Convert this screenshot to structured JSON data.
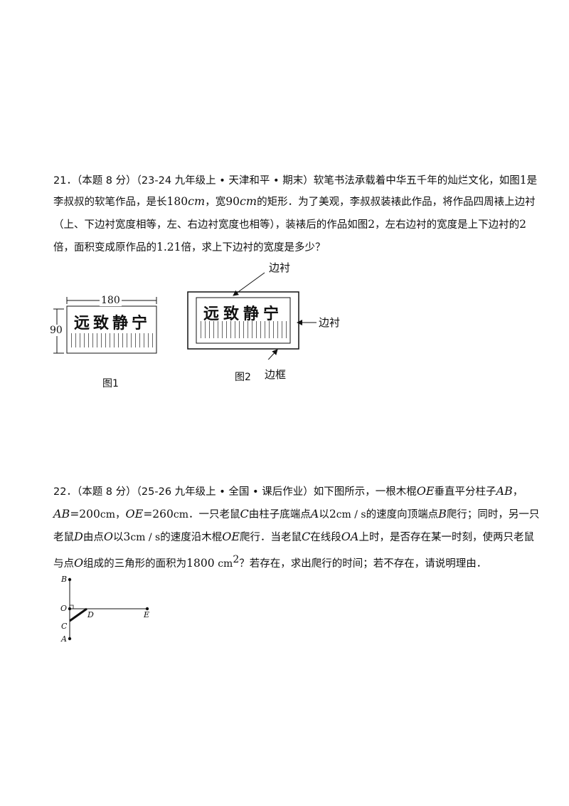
{
  "q21": {
    "number": "21．",
    "score": "（本题 8 分）",
    "source": "（23-24 九年级上 • 天津和平 • 期末）",
    "l1_text": "软笔书法承载着中华五千年的灿烂文化，如图",
    "fig1_ref": "1",
    "l1_end": "是",
    "l2_a": "李叔叔的软笔作品，是长",
    "length": "180",
    "unit_cm": "cm",
    "l2_b": "，宽",
    "width": "90",
    "l2_c": "的矩形．为了美观，李叔叔装裱此作品，将作品四周裱上边衬",
    "l3": "（上、下边衬宽度相等，左、右边衬宽度也相等），装裱后的作品如图",
    "fig2_ref": "2",
    "l3_b": "，左右边衬的宽度是上下边衬的",
    "ratio": "2",
    "l4_a": "倍，面积变成原作品的",
    "factor": "1.21",
    "l4_b": "倍，求上下边衬的宽度是多少？",
    "figure1": {
      "width_label": "180",
      "height_label": "90",
      "caption": "图1",
      "calligraphy": "远致静宁"
    },
    "figure2": {
      "label_top": "边衬",
      "label_right": "边衬",
      "label_bottom": "边框",
      "caption": "图2",
      "calligraphy": "远致静宁"
    }
  },
  "q22": {
    "number": "22．",
    "score": "（本题 8 分）",
    "source": "（25-26 九年级上 • 全国 • 课后作业）",
    "l1_text": "如下图所示，一根木棍",
    "OE": "OE",
    "l1_b": "垂直平分柱子",
    "AB": "AB",
    "l1_c": "，",
    "l2_AB": "AB",
    "l2_eq1": "=200",
    "l2_cm1": "cm",
    "l2_sep": "，",
    "l2_OE": "OE",
    "l2_eq2": "=260",
    "l2_cm2": "cm",
    "l2_a": "．一只老鼠",
    "C": "C",
    "l2_b": "由柱子底端点",
    "A": "A",
    "l2_c": "以",
    "speed1": "2",
    "speed_unit": "cm / s",
    "l2_d": "的速度向顶端点",
    "B": "B",
    "l2_e": "爬行；同时，另一只",
    "l3_a": "老鼠",
    "D": "D",
    "l3_b": "由点",
    "O": "O",
    "l3_c": "以",
    "speed2": "3",
    "l3_d": "的速度沿木棍",
    "l3_OE": "OE",
    "l3_e": "爬行．当老鼠",
    "l3_C": "C",
    "l3_f": "在线段",
    "OA": "OA",
    "l3_g": "上时，是否存在某一时刻，使两只老鼠",
    "l4_a": "与点",
    "l4_O": "O",
    "l4_b": "组成的三角形的面积为",
    "area": "1800",
    "area_unit": "cm",
    "area_exp": "2",
    "l4_c": "？若存在，求出爬行的时间；若不存在，请说明理由．",
    "figure": {
      "B": "B",
      "O": "O",
      "D": "D",
      "E": "E",
      "C": "C",
      "A": "A"
    }
  }
}
